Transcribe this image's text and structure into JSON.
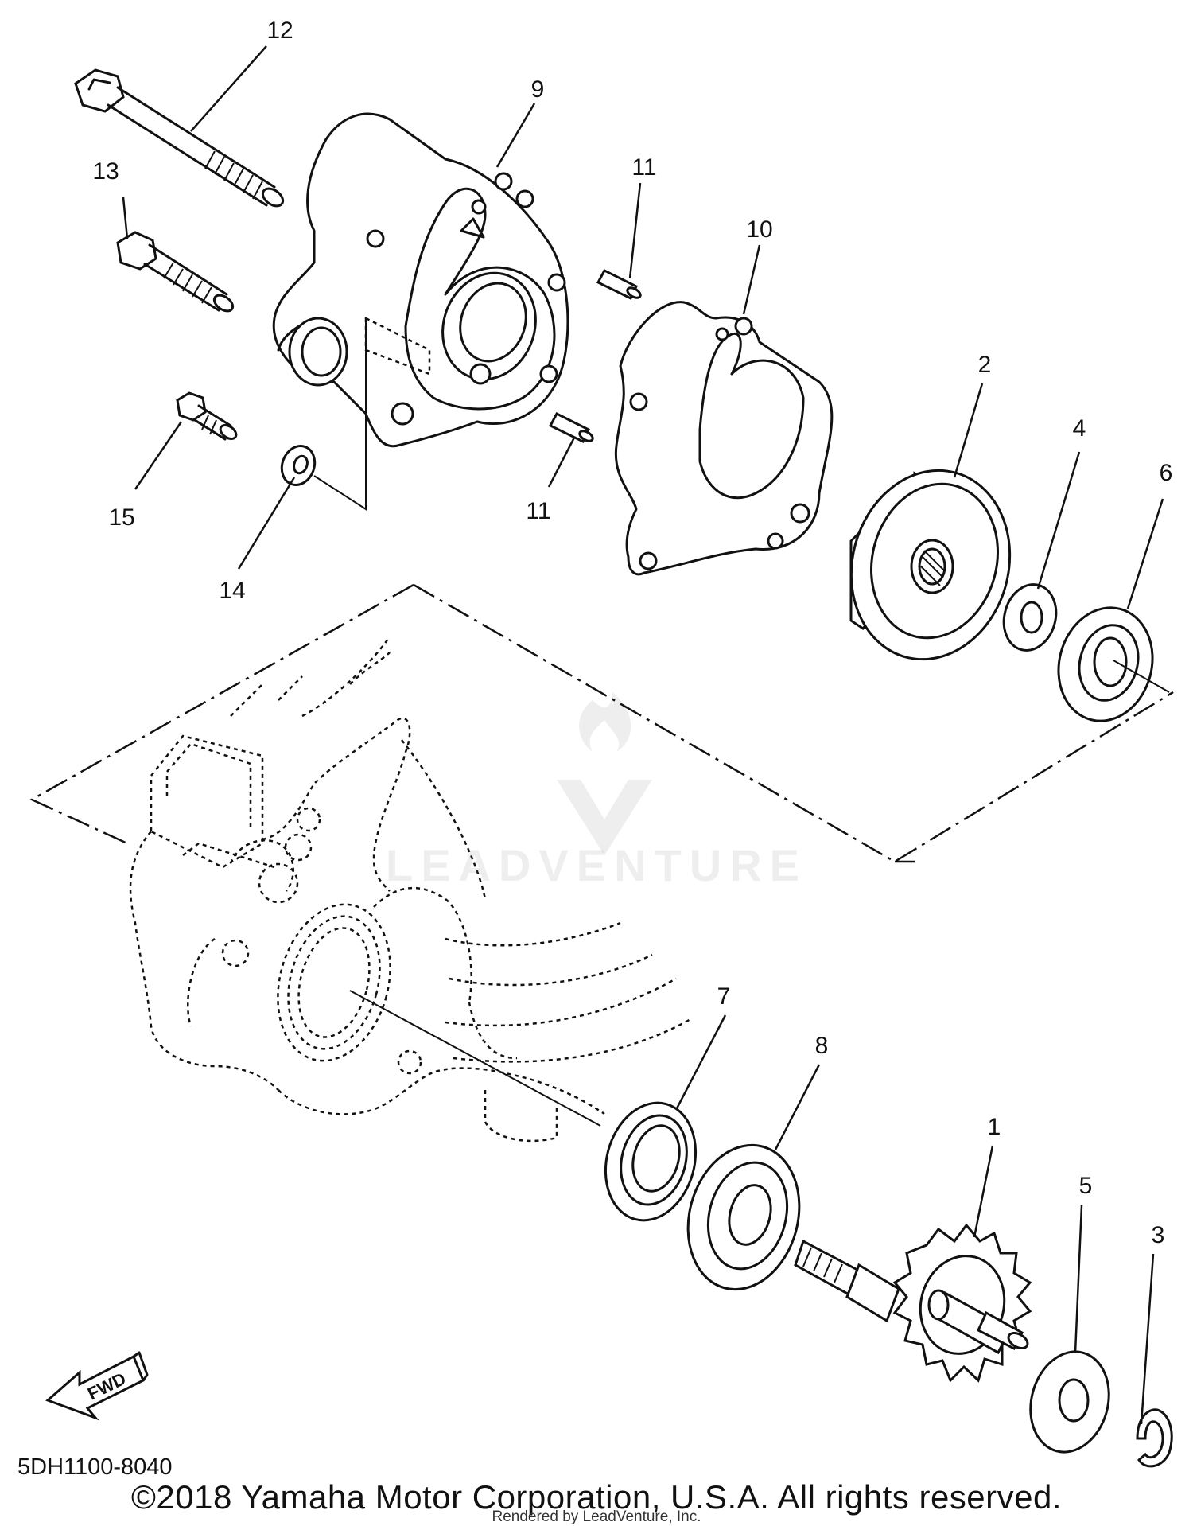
{
  "diagram": {
    "code": "5DH1100-8040",
    "copyright": "©2018 Yamaha Motor Corporation, U.S.A. All rights reserved.",
    "rendered_by": "Rendered by LeadVenture, Inc.",
    "watermark": "LEADVENTURE",
    "fwd_label": "FWD",
    "callouts": [
      {
        "id": "1",
        "label": "1"
      },
      {
        "id": "2",
        "label": "2"
      },
      {
        "id": "3",
        "label": "3"
      },
      {
        "id": "4",
        "label": "4"
      },
      {
        "id": "5",
        "label": "5"
      },
      {
        "id": "6",
        "label": "6"
      },
      {
        "id": "7",
        "label": "7"
      },
      {
        "id": "8",
        "label": "8"
      },
      {
        "id": "9",
        "label": "9"
      },
      {
        "id": "10",
        "label": "10"
      },
      {
        "id": "11a",
        "label": "11"
      },
      {
        "id": "11b",
        "label": "11"
      },
      {
        "id": "12",
        "label": "12"
      },
      {
        "id": "13",
        "label": "13"
      },
      {
        "id": "14",
        "label": "14"
      },
      {
        "id": "15",
        "label": "15"
      }
    ]
  }
}
